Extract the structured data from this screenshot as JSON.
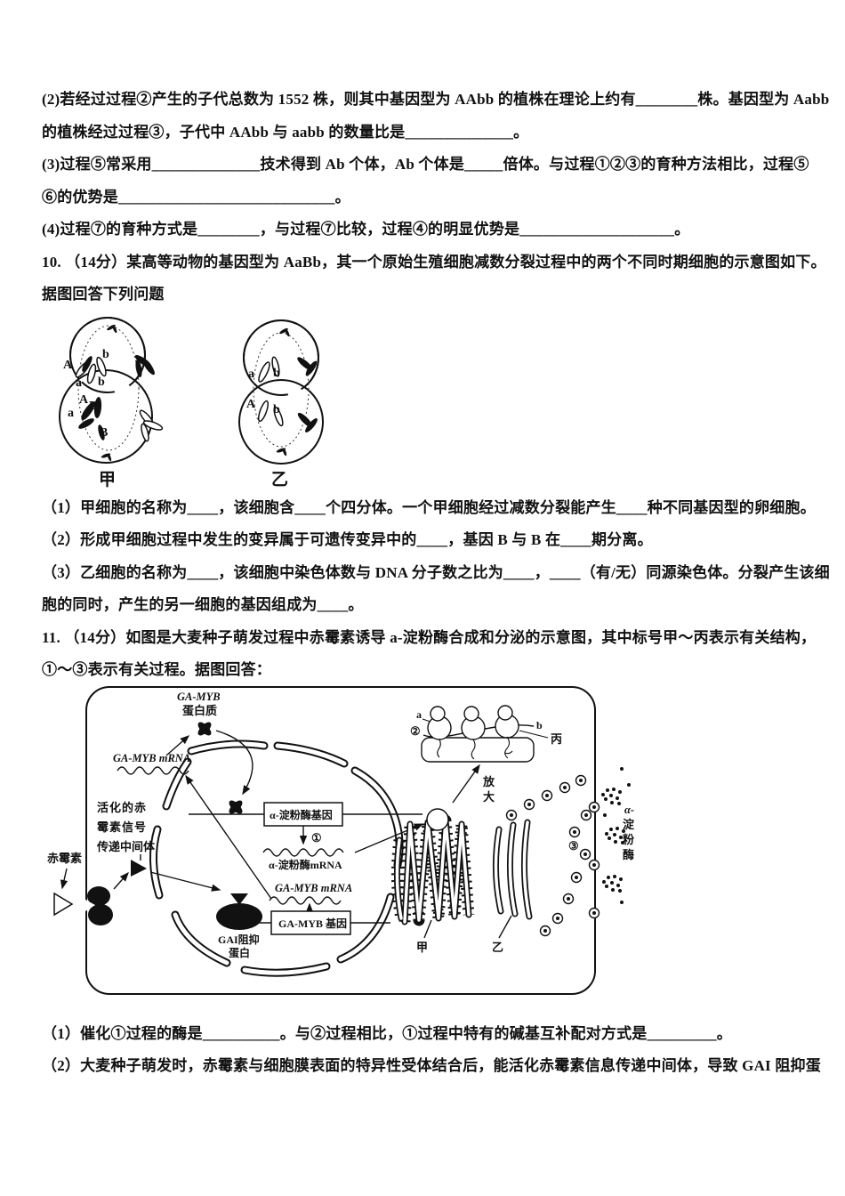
{
  "q9": {
    "line1": "(2)若经过过程②产生的子代总数为 1552 株，则其中基因型为 AAbb 的植株在理论上约有________株。基因型为 Aabb",
    "line2": "的植株经过过程③，子代中 AAbb 与 aabb 的数量比是______________。",
    "line3": "(3)过程⑤常采用______________技术得到 Ab 个体，Ab 个体是_____倍体。与过程①②③的育种方法相比，过程⑤",
    "line4": "⑥的优势是____________________________。",
    "line5": "(4)过程⑦的育种方式是________，与过程⑦比较，过程④的明显优势是____________________。"
  },
  "q10": {
    "stem1": "10. （14分）某高等动物的基因型为 AaBb，其一个原始生殖细胞减数分裂过程中的两个不同时期细胞的示意图如下。",
    "stem2": "据图回答下列问题",
    "sub1": "（1）甲细胞的名称为____，该细胞含____个四分体。一个甲细胞经过减数分裂能产生____种不同基因型的卵细胞。",
    "sub2": "（2）形成甲细胞过程中发生的变异属于可遗传变异中的____，基因 B 与 B 在____期分离。",
    "sub3a": "（3）乙细胞的名称为____，该细胞中染色体数与 DNA 分子数之比为____，____（有/无）同源染色体。分裂产生该细",
    "sub3b": "胞的同时，产生的另一细胞的基因组成为____。",
    "figure": {
      "caption_jia": "甲",
      "caption_yi": "乙",
      "jia": {
        "A1": "A",
        "b1": "b",
        "a1": "a",
        "b2": "b",
        "A2": "A",
        "B1": "B",
        "a2": "a",
        "B2": "B"
      },
      "yi": {
        "a1": "a",
        "b1": "b",
        "A1": "A",
        "b2": "b"
      }
    }
  },
  "q11": {
    "stem1": "11. （14分）如图是大麦种子萌发过程中赤霉素诱导 a-淀粉酶合成和分泌的示意图，其中标号甲～丙表示有关结构，",
    "stem2": "①～③表示有关过程。据图回答：",
    "sub1": "（1）催化①过程的酶是__________。与②过程相比，①过程中特有的碱基互补配对方式是_________。",
    "sub2": "（2）大麦种子萌发时，赤霉素与细胞膜表面的特异性受体结合后，能活化赤霉素信息传递中间体，导致 GAI 阻抑蛋",
    "figure": {
      "ga_myb_protein_line1": "GA-MYB",
      "ga_myb_protein_line2": "蛋白质",
      "ga_myb_mrna_cyto": "GA-MYB mRNA",
      "signal_line1": "活化的赤",
      "signal_line2": "霉素信号",
      "signal_line3": "传递中间体",
      "gibberellin": "赤霉素",
      "amylase_gene": "α-淀粉酶基因",
      "step1": "①",
      "amylase_mrna": "α-淀粉酶mRNA",
      "ga_myb_mrna_nuc": "GA-MYB mRNA",
      "ga_myb_gene": "GA-MYB 基因",
      "gai_line1": "GAI阻抑",
      "gai_line2": "蛋白",
      "zoom_char1": "放",
      "zoom_char2": "大",
      "label_a": "a",
      "label_b": "b",
      "label_bing": "丙",
      "step2": "②",
      "label_jia": "甲",
      "label_yi": "乙",
      "step3": "③",
      "secreted_line1": "α-",
      "secreted_line2": "淀",
      "secreted_line3": "粉",
      "secreted_line4": "酶"
    }
  }
}
